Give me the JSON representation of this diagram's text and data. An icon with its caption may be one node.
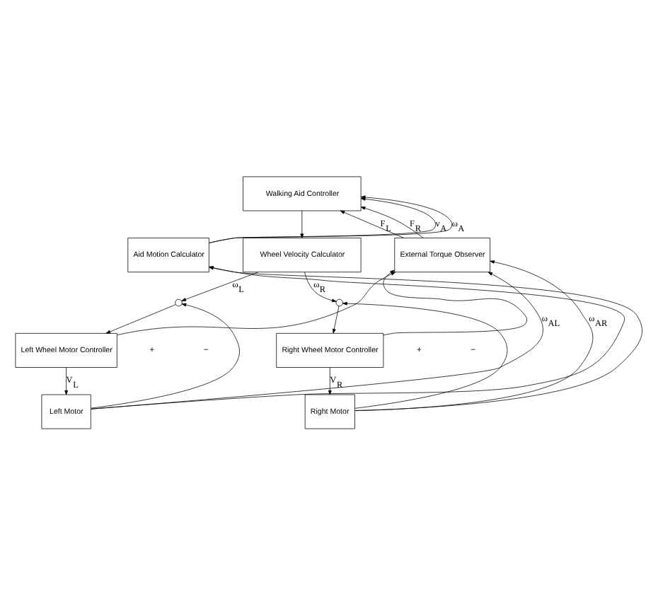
{
  "diagram": {
    "nodes": [
      {
        "text": [
          "Walking Aid Controller"
        ]
      },
      {
        "text": [
          "Wheel Velocity Calculator"
        ]
      },
      {
        "text": [
          "External Torque Observer"
        ]
      },
      {
        "text": [
          "Aid Motion Calculator"
        ]
      },
      {
        "text": [],
        "shape": "circle"
      },
      {
        "text": [],
        "shape": "circle"
      },
      {
        "text": [
          "Left Wheel Motor Controller"
        ]
      },
      {
        "text": [
          "Right Wheel Motor Controller"
        ]
      },
      {
        "text": [
          "Left Motor"
        ]
      },
      {
        "text": [
          "Right Motor"
        ]
      }
    ],
    "edges": [
      {
        "from": 0,
        "to": 1,
        "arrow": "to"
      },
      {
        "from": 2,
        "to": 0,
        "arrow": "to",
        "label": "F$_{L}$"
      },
      {
        "from": 2,
        "to": 0,
        "arrow": "to",
        "label": "F$_{R}$"
      },
      {
        "from": 3,
        "to": 0,
        "arrow": "to",
        "label": "v$_{A}$"
      },
      {
        "from": 3,
        "to": 0,
        "arrow": "to",
        "label": "ω$_{A}$"
      },
      {
        "from": 1,
        "to": 4,
        "arrow": "to",
        "label": "ω$_{L}$"
      },
      {
        "from": 1,
        "to": 5,
        "arrow": "to",
        "label": "ω$_{R}$"
      },
      {
        "from": 4,
        "to": 6,
        "arrow": "to"
      },
      {
        "from": 5,
        "to": 7,
        "arrow": "to"
      },
      {
        "from": 6,
        "to": 8,
        "arrow": "to",
        "label": "V$_{L}$"
      },
      {
        "from": 7,
        "to": 9,
        "arrow": "to",
        "label": "V$_{R}$"
      },
      {
        "from": 6,
        "to": 2,
        "arrow": "to"
      },
      {
        "from": 7,
        "to": 2,
        "arrow": "to"
      },
      {
        "from": 8,
        "to": 2,
        "arrow": "to",
        "label": "ω$_{AL}$"
      },
      {
        "from": 8,
        "to": 4,
        "arrow": "to"
      },
      {
        "from": 8,
        "to": 3,
        "arrow": "to"
      },
      {
        "from": 9,
        "to": 2,
        "arrow": "to",
        "label": "ω$_{AR}$"
      },
      {
        "from": 9,
        "to": 5,
        "arrow": "to"
      },
      {
        "from": 9,
        "to": 3,
        "arrow": "to"
      }
    ],
    "labels": [
      "+",
      "−",
      "+",
      "−"
    ]
  }
}
